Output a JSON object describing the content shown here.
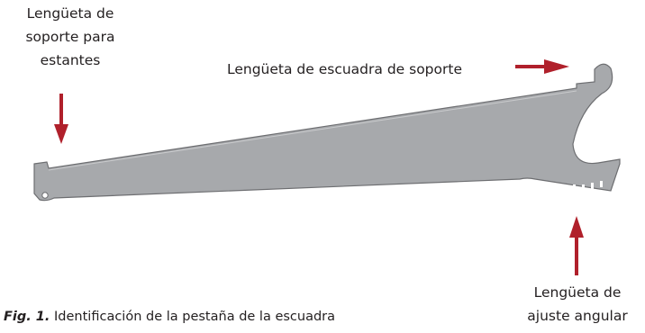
{
  "labels": {
    "shelf_tab": [
      "Lengüeta de",
      "soporte para",
      "estantes"
    ],
    "bracket_tab": "Lengüeta de escuadra de soporte",
    "angle_tab": [
      "Lengüeta de",
      "ajuste angular"
    ]
  },
  "caption": {
    "fig": "Fig. 1.",
    "text": " Identificación de la pestaña de la escuadra"
  },
  "colors": {
    "arrow": "#b0202b",
    "bracket_fill": "#a7a9ac",
    "bracket_edge": "#6d6e71"
  }
}
